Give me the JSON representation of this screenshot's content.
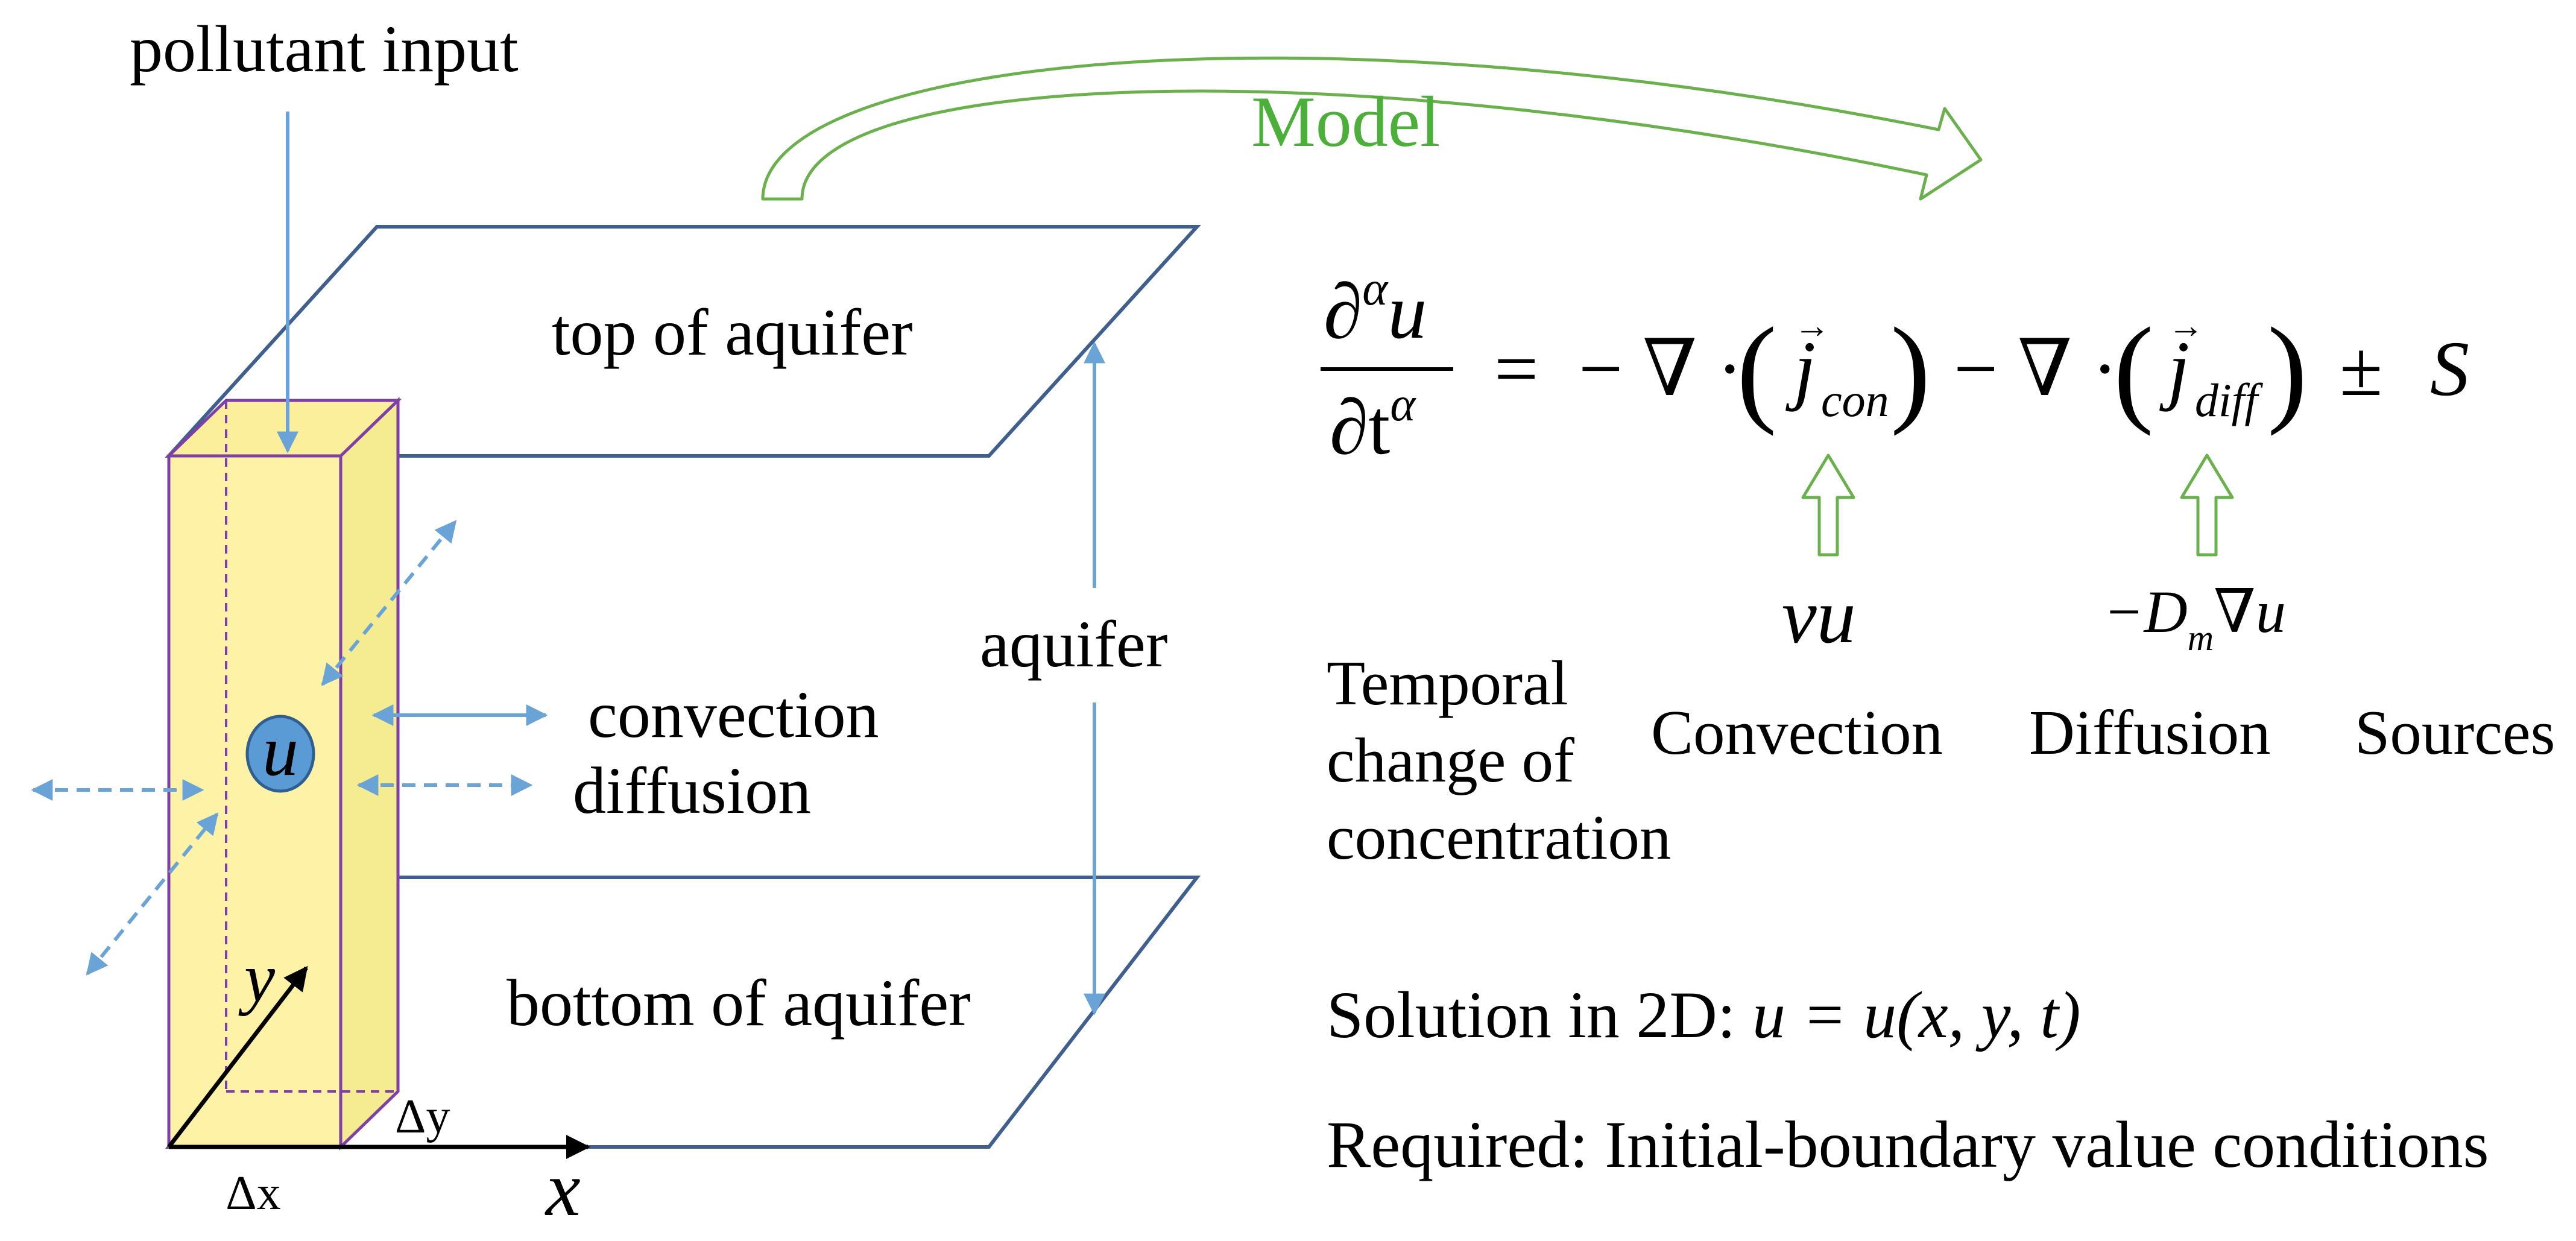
{
  "labels": {
    "pollutant_input": "pollutant input",
    "model": "Model",
    "top_of_aquifer": "top of aquifer",
    "bottom_of_aquifer": "bottom of aquifer",
    "aquifer": "aquifer",
    "convection": "convection",
    "diffusion": "diffusion",
    "u": "u",
    "axis_x": "x",
    "axis_y": "y",
    "delta_x": "Δx",
    "delta_y": "Δy"
  },
  "equation": {
    "lhs_num_sym": "∂",
    "lhs_num_sup": "α",
    "lhs_num_var": "u",
    "lhs_den_sym": "∂t",
    "lhs_den_sup": "α",
    "equals": "=",
    "term1_op": "− ∇ ·",
    "j": "j",
    "vec_arrow": "→",
    "term1_sub": "con",
    "term2_op": "− ∇ ·",
    "term2_sub": "diff",
    "pm": "±",
    "source": "S",
    "paren_open": "(",
    "paren_close": ")"
  },
  "under_terms": {
    "convection_expr": "vu",
    "diffusion_expr_pre": "−D",
    "diffusion_expr_sub": "m",
    "diffusion_expr_post": "∇u"
  },
  "term_labels": {
    "temporal_line1": "Temporal",
    "temporal_line2": "change of",
    "temporal_line3": "concentration",
    "convection": "Convection",
    "diffusion": "Diffusion",
    "sources": "Sources"
  },
  "solution": {
    "prefix": "Solution in 2D: ",
    "formula": "u = u(x, y, t)"
  },
  "required": "Required: Initial-boundary value conditions",
  "colors": {
    "plane_stroke": "#3f5f8f",
    "arrow_blue": "#6aa3d6",
    "column_fill": "#fdf2a6",
    "column_side": "#f5eb91",
    "column_stroke": "#7e3fa8",
    "model_green": "#4caf3a",
    "u_circle_fill": "#5b9bd5",
    "u_circle_stroke": "#2f5f8f"
  }
}
